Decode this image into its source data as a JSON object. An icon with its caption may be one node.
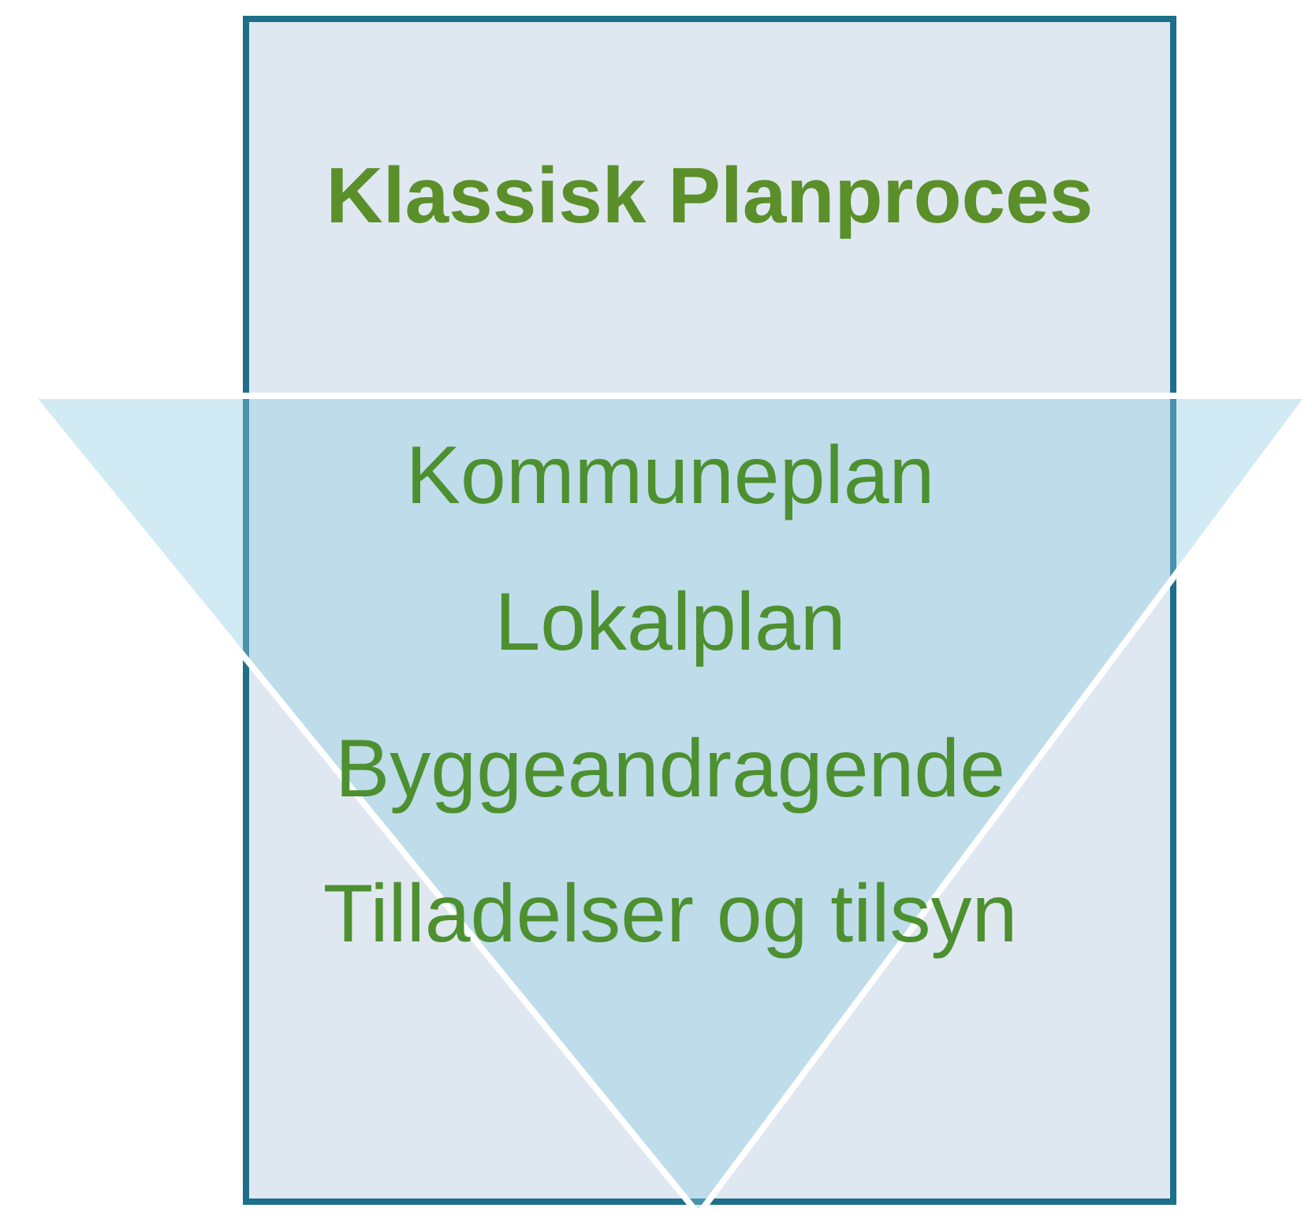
{
  "diagram": {
    "nodes": [
      {
        "text": [
          "Klassisk Planproces"
        ]
      },
      {
        "text": [
          "Kommuneplan",
          "Lokalplan",
          "Byggeandragende",
          "Tilladelser og tilsyn"
        ]
      }
    ]
  }
}
